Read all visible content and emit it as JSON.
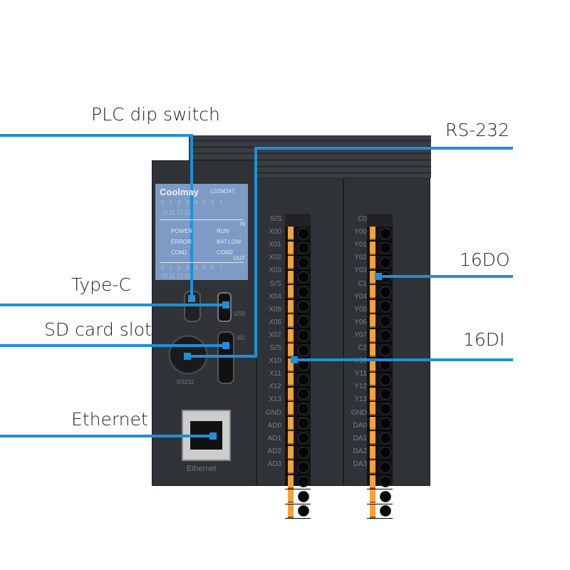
{
  "callouts": {
    "dip_switch": "PLC dip switch",
    "rs232": "RS-232",
    "type_c": "Type-C",
    "sd_card": "SD card slot",
    "ethernet": "Ethernet",
    "do": "16DO",
    "di": "16DI"
  },
  "device": {
    "brand": "Coolmay",
    "model": "L02M24T",
    "in_numbers": "0 1 2 3 4 5 6 7",
    "in_numbers2": "10 11 12 13",
    "in_label": "IN",
    "leds": [
      "POWER",
      "RUN",
      "ERROR",
      "BAT.LOW",
      "COM1",
      "COM2"
    ],
    "out_label": "OUT",
    "out_numbers": "0 1 2 3 4 5 6 7",
    "out_numbers2": "10 11 12 13",
    "usb_label": "USB",
    "sd_label": "SD",
    "rs232_label": "RS232",
    "ethernet_label": "Ethernet",
    "input_terminals": [
      "S/S",
      "X00",
      "X01",
      "X02",
      "X03",
      "S/S",
      "X04",
      "X05",
      "X06",
      "X07",
      "S/S",
      "X10",
      "X11",
      "X12",
      "X13",
      "GND",
      "AD0",
      "AD1",
      "AD2",
      "AD3"
    ],
    "output_terminals": [
      "C0",
      "Y00",
      "Y01",
      "Y02",
      "Y03",
      "C1",
      "Y04",
      "Y05",
      "Y06",
      "Y07",
      "C2",
      "Y10",
      "Y11",
      "Y12",
      "Y13",
      "GND",
      "DA0",
      "DA1",
      "DA2",
      "DA3"
    ]
  },
  "colors": {
    "accent": "#1f8fd6",
    "terminal": "#f3a23c",
    "panel": "#7d9bc4"
  }
}
